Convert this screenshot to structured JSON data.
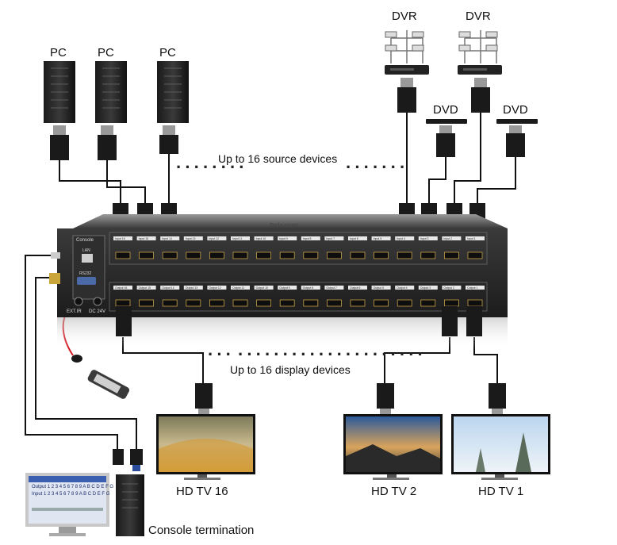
{
  "sources": {
    "pc_label": "PC",
    "dvr_label": "DVR",
    "dvd_label": "DVD",
    "caption": "Up to 16 source devices"
  },
  "displays": {
    "caption": "Up to 16 display devices",
    "tv16": "HD TV 16",
    "tv2": "HD TV 2",
    "tv1": "HD TV 1"
  },
  "device": {
    "brand": "Tesla smart",
    "console_label": "Console",
    "lan_label": "LAN",
    "rs232_label": "RS232",
    "ir_label": "EXT.IR",
    "dc_label": "DC 24V",
    "input_labels": [
      "Input 16",
      "Input 15",
      "Input 14",
      "Input 13",
      "Input 12",
      "Input 11",
      "Input 10",
      "Input 9",
      "Input 8",
      "Input 7",
      "Input 6",
      "Input 5",
      "Input 4",
      "Input 3",
      "Input 2",
      "Input 1"
    ],
    "output_labels": [
      "Output 16",
      "Output 15",
      "Output 14",
      "Output 13",
      "Output 12",
      "Output 11",
      "Output 10",
      "Output 9",
      "Output 8",
      "Output 7",
      "Output 6",
      "Output 5",
      "Output 4",
      "Output 3",
      "Output 2",
      "Output 1"
    ]
  },
  "console": {
    "termination_label": "Console termination",
    "monitor_output_row": "Output",
    "monitor_input_row": "Input",
    "monitor_digits": "1 2 3 4 5 6 7 8 9 A B C D E F G"
  },
  "colors": {
    "panel": "#2a2a2a",
    "cable": "#111111",
    "ir_cable": "#d2141e"
  }
}
